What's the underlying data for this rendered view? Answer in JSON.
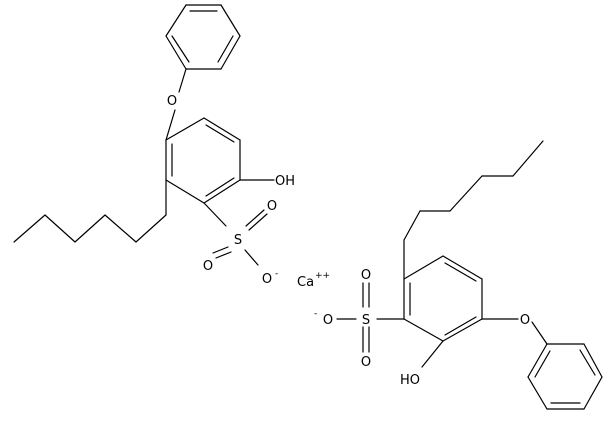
{
  "molecule": {
    "anion_1": {
      "hydroxyl": "OH",
      "ether_oxygen": "O",
      "sulfur": "S",
      "oxygen_a": "O",
      "oxygen_b": "O",
      "oxygen_charged": "O",
      "charge": "-"
    },
    "cation": {
      "label": "Ca",
      "charge": "++"
    },
    "anion_2": {
      "hydroxyl": "HO",
      "ether_oxygen": "O",
      "sulfur": "S",
      "oxygen_a": "O",
      "oxygen_b": "O",
      "oxygen_charged": "O",
      "charge": "-"
    }
  }
}
